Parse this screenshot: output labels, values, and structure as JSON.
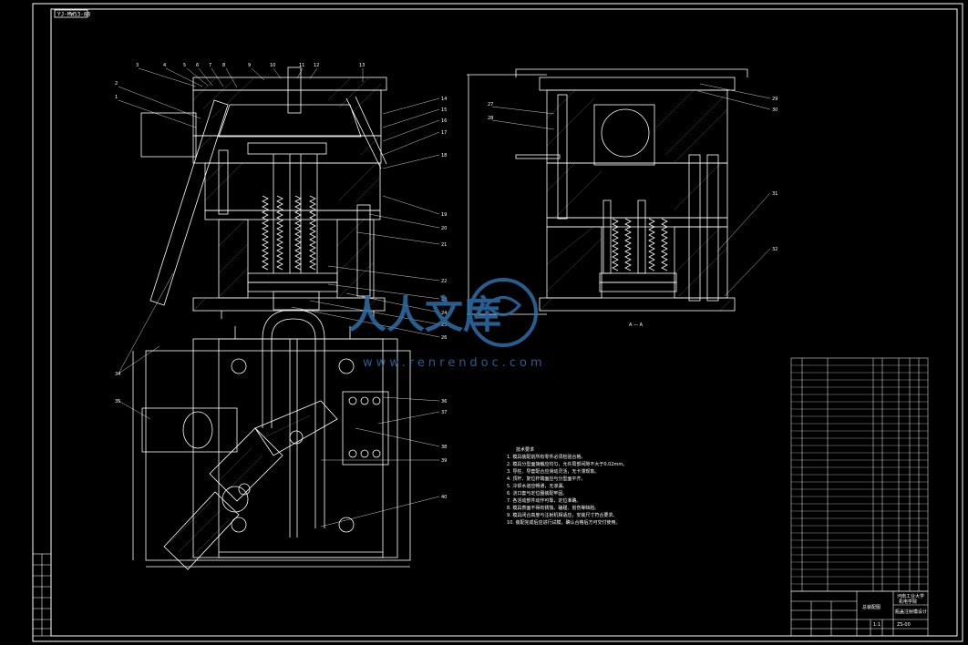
{
  "drawing": {
    "code_box": "YJ-MW53-88",
    "section_label": "A — A",
    "tech_title": "技术要求",
    "tech_lines": [
      "1. 模具装配前所有零件必须检验合格。",
      "2. 模具分型面接触应均匀，允许局部间隙不大于0.02mm。",
      "3. 导柱、导套配合应滑动灵活，无卡滞现象。",
      "4. 顶杆、复位杆端面应与分型面平齐。",
      "5. 冷却水道应畅通，无渗漏。",
      "6. 浇口套与定位圈装配牢固。",
      "7. 各活动部件动作可靠，定位准确。",
      "8. 模具表面不得有锈蚀、磕碰、划伤等缺陷。",
      "9. 模具闭合高度与注射机相适应，安装尺寸符合要求。",
      "10. 装配完成后应进行试模，确认合格后方可交付使用。"
    ],
    "title_block": {
      "school": "河南工业大学",
      "dept": "机电学院",
      "drawing_name": "总装配图",
      "product": "瓶盖注射模设计",
      "scale": "1:1",
      "drawing_no": "ZS-00"
    }
  },
  "watermark": {
    "brand": "人人文库",
    "url": "www.renrendoc.com",
    "color": "#2e6fa8"
  }
}
